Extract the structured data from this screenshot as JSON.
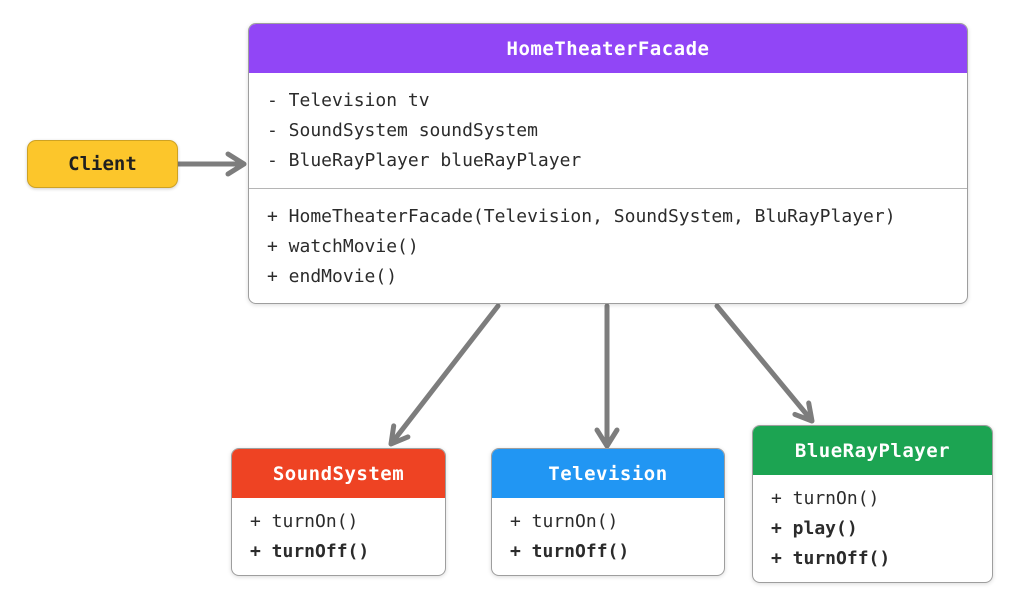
{
  "client": {
    "label": "Client",
    "bg": "#FCC62B"
  },
  "facade": {
    "title": "HomeTheaterFacade",
    "header_bg": "#9146F6",
    "fields": [
      {
        "text": "- Television tv",
        "bold": false
      },
      {
        "text": "- SoundSystem soundSystem",
        "bold": false
      },
      {
        "text": "- BlueRayPlayer blueRayPlayer",
        "bold": false
      }
    ],
    "methods": [
      {
        "text": "+ HomeTheaterFacade(Television, SoundSystem, BluRayPlayer)",
        "bold": false
      },
      {
        "text": "+ watchMovie()",
        "bold": false
      },
      {
        "text": "+ endMovie()",
        "bold": false
      }
    ]
  },
  "subsystems": [
    {
      "title": "SoundSystem",
      "header_bg": "#EE4323",
      "methods": [
        {
          "text": "+ turnOn()",
          "bold": false
        },
        {
          "text": "+ turnOff()",
          "bold": true
        }
      ]
    },
    {
      "title": "Television",
      "header_bg": "#2196F3",
      "methods": [
        {
          "text": "+ turnOn()",
          "bold": false
        },
        {
          "text": "+ turnOff()",
          "bold": true
        }
      ]
    },
    {
      "title": "BlueRayPlayer",
      "header_bg": "#1CA452",
      "methods": [
        {
          "text": "+ turnOn()",
          "bold": false
        },
        {
          "text": "+ play()",
          "bold": true
        },
        {
          "text": "+ turnOff()",
          "bold": true
        }
      ]
    }
  ],
  "arrow_color": "#7D7D7D"
}
